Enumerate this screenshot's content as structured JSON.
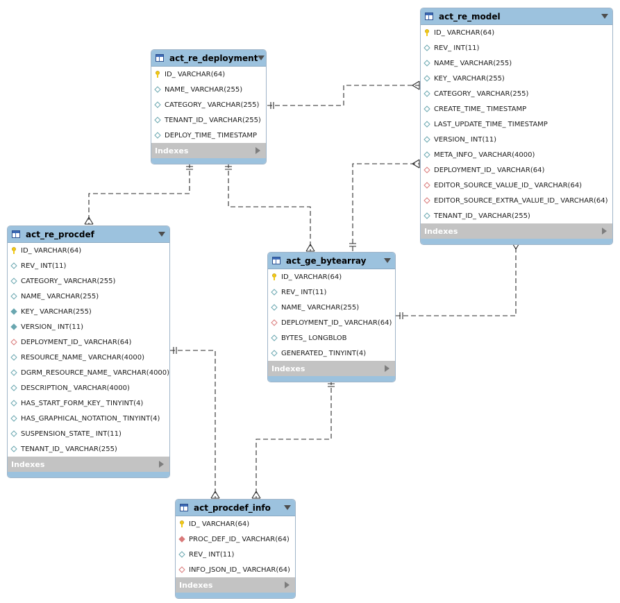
{
  "indexes_label": "Indexes",
  "colors": {
    "header": "#9cc2de",
    "pk": "#f2c914",
    "fk": "#d97a7a",
    "field": "#6aa7b0",
    "indexes_bar": "#c3c3c3"
  },
  "tables": [
    {
      "id": "act_re_model",
      "name": "act_re_model",
      "columns": [
        {
          "text": "ID_ VARCHAR(64)",
          "kind": "pk"
        },
        {
          "text": "REV_ INT(11)",
          "kind": "field"
        },
        {
          "text": "NAME_ VARCHAR(255)",
          "kind": "field"
        },
        {
          "text": "KEY_ VARCHAR(255)",
          "kind": "field"
        },
        {
          "text": "CATEGORY_ VARCHAR(255)",
          "kind": "field"
        },
        {
          "text": "CREATE_TIME_ TIMESTAMP",
          "kind": "field"
        },
        {
          "text": "LAST_UPDATE_TIME_ TIMESTAMP",
          "kind": "field"
        },
        {
          "text": "VERSION_ INT(11)",
          "kind": "field"
        },
        {
          "text": "META_INFO_ VARCHAR(4000)",
          "kind": "field"
        },
        {
          "text": "DEPLOYMENT_ID_ VARCHAR(64)",
          "kind": "fk"
        },
        {
          "text": "EDITOR_SOURCE_VALUE_ID_ VARCHAR(64)",
          "kind": "fk"
        },
        {
          "text": "EDITOR_SOURCE_EXTRA_VALUE_ID_ VARCHAR(64)",
          "kind": "fk"
        },
        {
          "text": "TENANT_ID_ VARCHAR(255)",
          "kind": "field"
        }
      ]
    },
    {
      "id": "act_re_deployment",
      "name": "act_re_deployment",
      "columns": [
        {
          "text": "ID_ VARCHAR(64)",
          "kind": "pk"
        },
        {
          "text": "NAME_ VARCHAR(255)",
          "kind": "field"
        },
        {
          "text": "CATEGORY_ VARCHAR(255)",
          "kind": "field"
        },
        {
          "text": "TENANT_ID_ VARCHAR(255)",
          "kind": "field"
        },
        {
          "text": "DEPLOY_TIME_ TIMESTAMP",
          "kind": "field"
        }
      ]
    },
    {
      "id": "act_re_procdef",
      "name": "act_re_procdef",
      "columns": [
        {
          "text": "ID_ VARCHAR(64)",
          "kind": "pk"
        },
        {
          "text": "REV_ INT(11)",
          "kind": "field"
        },
        {
          "text": "CATEGORY_ VARCHAR(255)",
          "kind": "field"
        },
        {
          "text": "NAME_ VARCHAR(255)",
          "kind": "field"
        },
        {
          "text": "KEY_ VARCHAR(255)",
          "kind": "field-filled"
        },
        {
          "text": "VERSION_ INT(11)",
          "kind": "field-filled"
        },
        {
          "text": "DEPLOYMENT_ID_ VARCHAR(64)",
          "kind": "fk"
        },
        {
          "text": "RESOURCE_NAME_ VARCHAR(4000)",
          "kind": "field"
        },
        {
          "text": "DGRM_RESOURCE_NAME_ VARCHAR(4000)",
          "kind": "field"
        },
        {
          "text": "DESCRIPTION_ VARCHAR(4000)",
          "kind": "field"
        },
        {
          "text": "HAS_START_FORM_KEY_ TINYINT(4)",
          "kind": "field"
        },
        {
          "text": "HAS_GRAPHICAL_NOTATION_ TINYINT(4)",
          "kind": "field"
        },
        {
          "text": "SUSPENSION_STATE_ INT(11)",
          "kind": "field"
        },
        {
          "text": "TENANT_ID_ VARCHAR(255)",
          "kind": "field"
        }
      ]
    },
    {
      "id": "act_ge_bytearray",
      "name": "act_ge_bytearray",
      "columns": [
        {
          "text": "ID_ VARCHAR(64)",
          "kind": "pk"
        },
        {
          "text": "REV_ INT(11)",
          "kind": "field"
        },
        {
          "text": "NAME_ VARCHAR(255)",
          "kind": "field"
        },
        {
          "text": "DEPLOYMENT_ID_ VARCHAR(64)",
          "kind": "fk"
        },
        {
          "text": "BYTES_ LONGBLOB",
          "kind": "field"
        },
        {
          "text": "GENERATED_ TINYINT(4)",
          "kind": "field"
        }
      ]
    },
    {
      "id": "act_procdef_info",
      "name": "act_procdef_info",
      "columns": [
        {
          "text": "ID_ VARCHAR(64)",
          "kind": "pk"
        },
        {
          "text": "PROC_DEF_ID_ VARCHAR(64)",
          "kind": "fk-filled"
        },
        {
          "text": "REV_ INT(11)",
          "kind": "field"
        },
        {
          "text": "INFO_JSON_ID_ VARCHAR(64)",
          "kind": "fk"
        }
      ]
    }
  ],
  "relationships": [
    {
      "id": "deployment-model",
      "from": "act_re_deployment",
      "to": "act_re_model"
    },
    {
      "id": "deployment-procdef",
      "from": "act_re_deployment",
      "to": "act_re_procdef"
    },
    {
      "id": "deployment-bytearray",
      "from": "act_re_deployment",
      "to": "act_ge_bytearray"
    },
    {
      "id": "bytearray-model-source",
      "from": "act_ge_bytearray",
      "to": "act_re_model"
    },
    {
      "id": "bytearray-model-extra",
      "from": "act_ge_bytearray",
      "to": "act_re_model"
    },
    {
      "id": "procdef-procdefinfo",
      "from": "act_re_procdef",
      "to": "act_procdef_info"
    },
    {
      "id": "bytearray-procdefinfo",
      "from": "act_ge_bytearray",
      "to": "act_procdef_info"
    }
  ]
}
